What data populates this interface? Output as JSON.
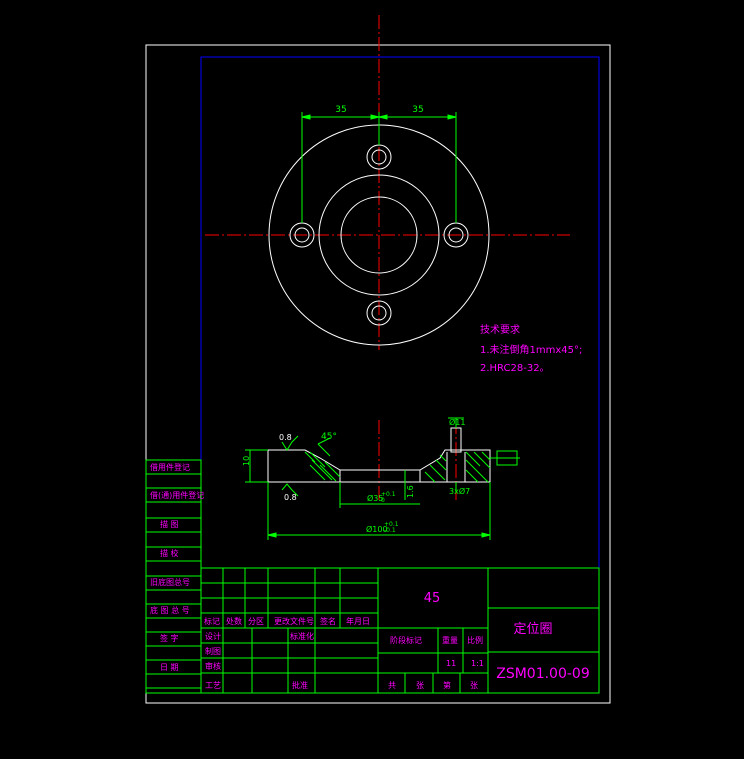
{
  "colors": {
    "background": "#000000",
    "frame": "#ffffff",
    "inner_border": "#0000ff",
    "geometry": "#ffffff",
    "centerline": "#ff0000",
    "dimension": "#00ff00",
    "text": "#ff00ff",
    "table_lines": "#00ff00",
    "hatch": "#00ff00"
  },
  "dimensions": {
    "top_left": "35",
    "top_right": "35",
    "height": "10",
    "chamfer_angle": "45°",
    "roughness_top": "0.8",
    "roughness_bottom": "0.8",
    "bore": "Ø35",
    "bore_tolerance": "+0.1\n0",
    "depth": "1.6",
    "outer_diameter": "Ø100",
    "outer_tolerance": "+0.1\n-0.1",
    "hole_label": "Ø11",
    "counterbore": "3xØ7"
  },
  "notes": {
    "title": "技术要求",
    "line1": "1.未注倒角1mmx45°;",
    "line2": "2.HRC28-32。"
  },
  "side_labels": [
    "借(通)用件登记",
    "旧底图总号",
    "底图总号",
    "签字",
    "日期",
    "描图",
    "描校",
    "底图总号"
  ],
  "side_labels_visible": [
    "借用件登记",
    "借(通)用件登记",
    "描 图",
    "描 校",
    "旧底图总号",
    "底 图 总 号",
    "签 字",
    "日 期"
  ],
  "title_block": {
    "material": "45",
    "part_name": "定位圈",
    "drawing_no": "ZSM01.00-09",
    "header_row": [
      "标记",
      "处数",
      "分区",
      "更改文件号",
      "签名",
      "年月日"
    ],
    "design": "设计",
    "drafting": "制图",
    "review": "审核",
    "process": "工艺",
    "standardization": "标准化",
    "approval": "批准",
    "stage_mark": "阶段标记",
    "weight": "重量",
    "scale": "比例",
    "weight_value": "11",
    "scale_value": "1:1",
    "sheets_total": "共",
    "sheet_label": "张",
    "sheet_no": "第",
    "sheet_label2": "张"
  }
}
